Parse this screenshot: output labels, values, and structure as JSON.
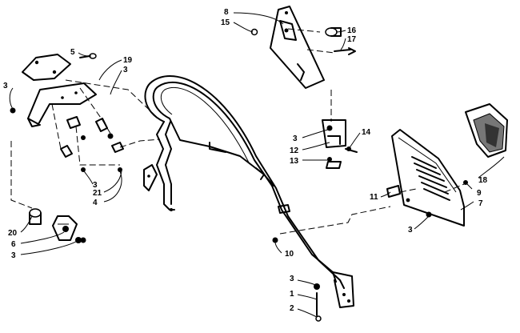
{
  "diagram": {
    "callouts": [
      "1",
      "2",
      "3",
      "4",
      "5",
      "6",
      "7",
      "8",
      "9",
      "10",
      "11",
      "12",
      "13",
      "14",
      "15",
      "16",
      "17",
      "18",
      "19",
      "20",
      "21"
    ]
  },
  "colors": {
    "ink": "#000000",
    "paper": "#ffffff"
  }
}
